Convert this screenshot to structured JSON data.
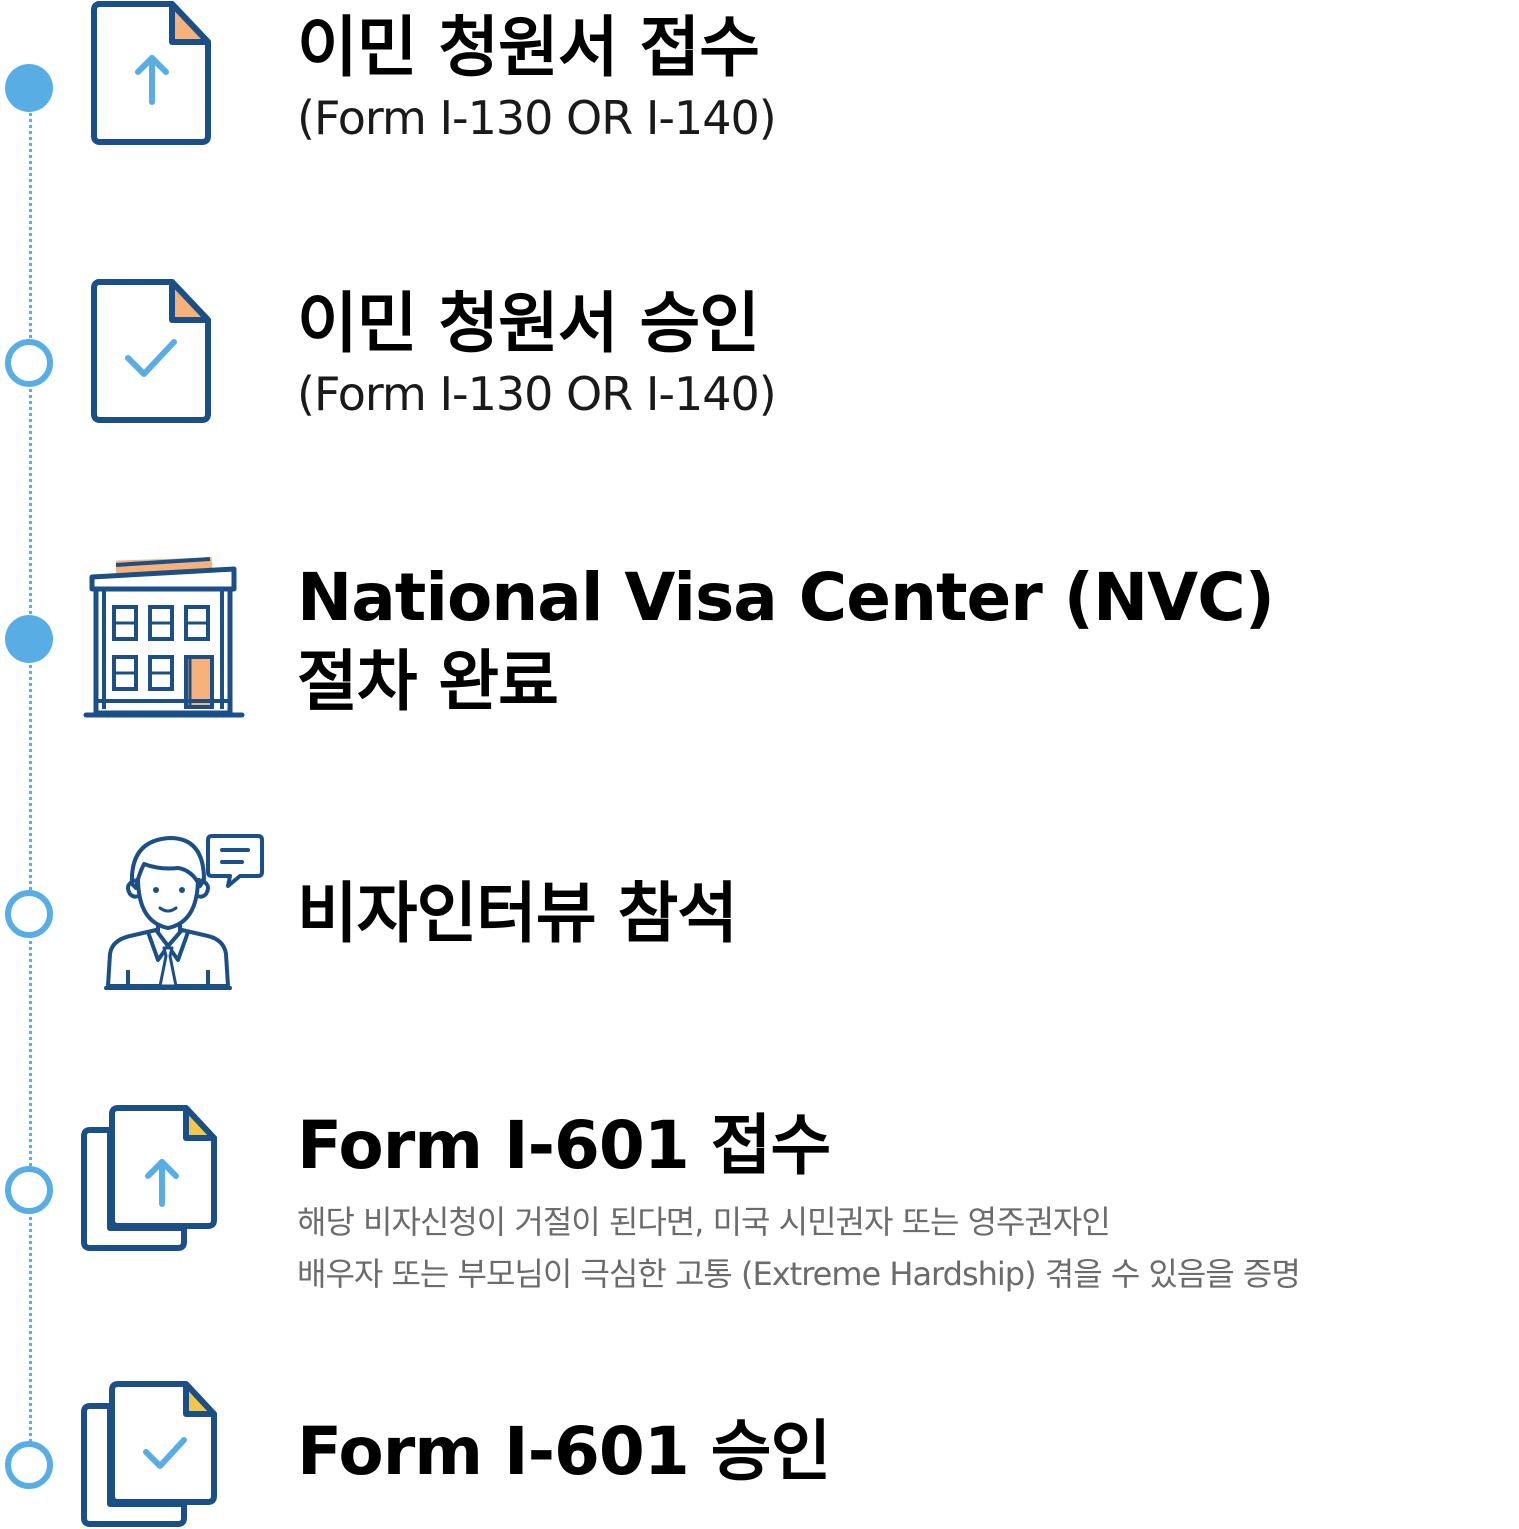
{
  "colors": {
    "accent_blue": "#58ade5",
    "icon_navy": "#1c4f86",
    "icon_orange": "#f6b27a",
    "icon_yellow": "#f2c84b",
    "description_gray": "#6b6b6b"
  },
  "steps": [
    {
      "title": "이민 청원서 접수",
      "subtitle": "(Form I-130 OR I-140)",
      "dot": "filled",
      "icon": "document-upload-icon"
    },
    {
      "title": "이민 청원서 승인",
      "subtitle": "(Form I-130 OR I-140)",
      "dot": "hollow",
      "icon": "document-check-icon"
    },
    {
      "title_line1": "National Visa Center (NVC)",
      "title_line2": "절차 완료",
      "dot": "filled",
      "icon": "building-icon"
    },
    {
      "title": "비자인터뷰 참석",
      "dot": "hollow",
      "icon": "interviewer-icon"
    },
    {
      "title": "Form I-601 접수",
      "description_line1": "해당 비자신청이 거절이 된다면, 미국 시민권자 또는 영주권자인",
      "description_line2": "배우자 또는 부모님이 극심한 고통 (Extreme Hardship) 겪을 수 있음을 증명",
      "dot": "hollow",
      "icon": "documents-upload-icon"
    },
    {
      "title": "Form I-601 승인",
      "dot": "hollow",
      "icon": "documents-check-icon"
    }
  ]
}
